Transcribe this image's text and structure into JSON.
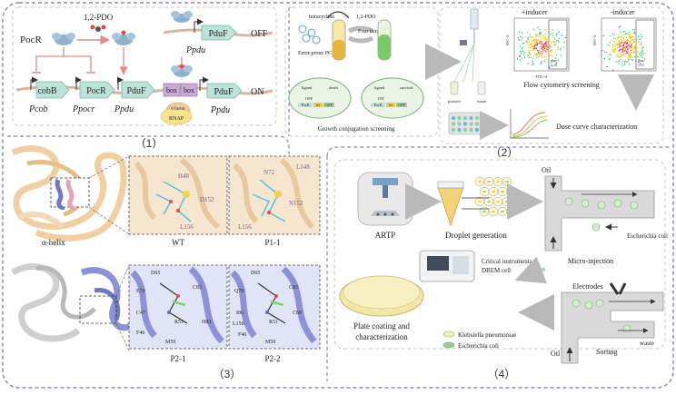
{
  "panel1": {
    "label": "（1）",
    "pocr": "PocR",
    "pdo": "1,2-PDO",
    "genes": [
      "cobB",
      "PocR",
      "PduF"
    ],
    "promoters": [
      "Pcob",
      "Ppocr",
      "Ppdu"
    ],
    "off": "OFF",
    "on": "ON",
    "pduf_top": "PduF",
    "ppdu_top": "Ppdu",
    "box1": "box",
    "box2": "box",
    "pduf_on": "PduF",
    "ppdu_on": "Ppdu",
    "sigma": "σ factor",
    "rnap": "RNAP"
  },
  "panel2": {
    "label": "（2）",
    "tetracycline": "tetracycline",
    "pdo": "1,2-PDO",
    "error_pcr": "Error-prone PCR",
    "four_iterations": "Four iterations",
    "growth": "Growth conjugation screening",
    "plus_inducer": "+inducer",
    "minus_inducer": "-inducer",
    "flow": "Flow cytometry screening",
    "dose": "Dose curve characterization",
    "positive": "positive",
    "waste": "waste",
    "xaxis": "FITC-A",
    "yaxis": "SSC-A",
    "gate1": "gate",
    "gate1_val": "1.18",
    "gate2": "gate",
    "gate2_val": "1.51",
    "death": "death",
    "survival": "survival",
    "ligand": "ligand",
    "tet": "tet",
    "gfp": "GFP",
    "pocr_small": "PocR",
    "off_small": "OFF",
    "on_small": "ON"
  },
  "panel3": {
    "label": "（3）",
    "alpha": "α-helix",
    "wt": "WT",
    "p11": "P1-1",
    "p21": "P2-1",
    "p22": "P2-2",
    "wt_res": [
      "H48",
      "D152",
      "L156"
    ],
    "p11_res": [
      "N72",
      "L148",
      "N152",
      "L156"
    ],
    "p21_res": [
      "D65",
      "C83",
      "E70",
      "C47",
      "R51",
      "H83",
      "F46",
      "M50"
    ],
    "p22_res": [
      "D65",
      "C83",
      "Q70",
      "I86",
      "R51",
      "C60",
      "F46",
      "M50",
      "L150"
    ]
  },
  "panel4": {
    "label": "（4）",
    "artp": "ARTP",
    "droplet": "Droplet generation",
    "oil_top": "Oil",
    "ecoli_top": "Escherichia coli",
    "micro": "Micro-injection",
    "critical": "Critical instruments",
    "drem": "DREM cell",
    "electrodes": "Electrodes",
    "plate1": "Plate coating and",
    "plate2": "characterization",
    "kleb": "Klebsiella pneumoniae",
    "ecoli": "Escherichia coli",
    "sorting": "Sorting",
    "oil_bottom": "Oil",
    "waste": "waste"
  },
  "colors": {
    "frame": "#8c84c8",
    "peach": "#f3d9b6",
    "blue": "#6f78c8",
    "green_arrow": "#9ed9b4",
    "gene": "#bde3d8"
  }
}
